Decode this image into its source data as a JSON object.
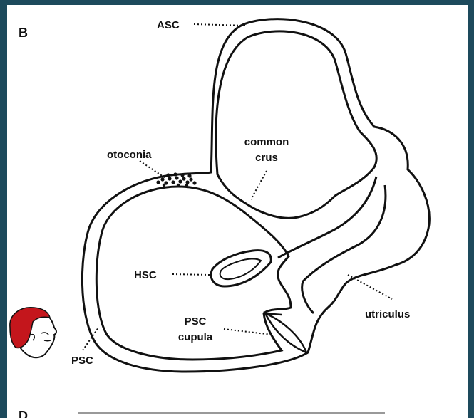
{
  "panels": {
    "b": "B",
    "d": "D"
  },
  "labels": {
    "asc": "ASC",
    "otoconia": "otoconia",
    "common_crus_line1": "common",
    "common_crus_line2": "crus",
    "hsc": "HSC",
    "psc_cupula_line1": "PSC",
    "psc_cupula_line2": "cupula",
    "utriculus": "utriculus",
    "psc": "PSC"
  },
  "colors": {
    "frame": "#1d4a5c",
    "ink": "#111111",
    "head_hair": "#c4161c"
  },
  "icons": {
    "head": "head-icon"
  }
}
